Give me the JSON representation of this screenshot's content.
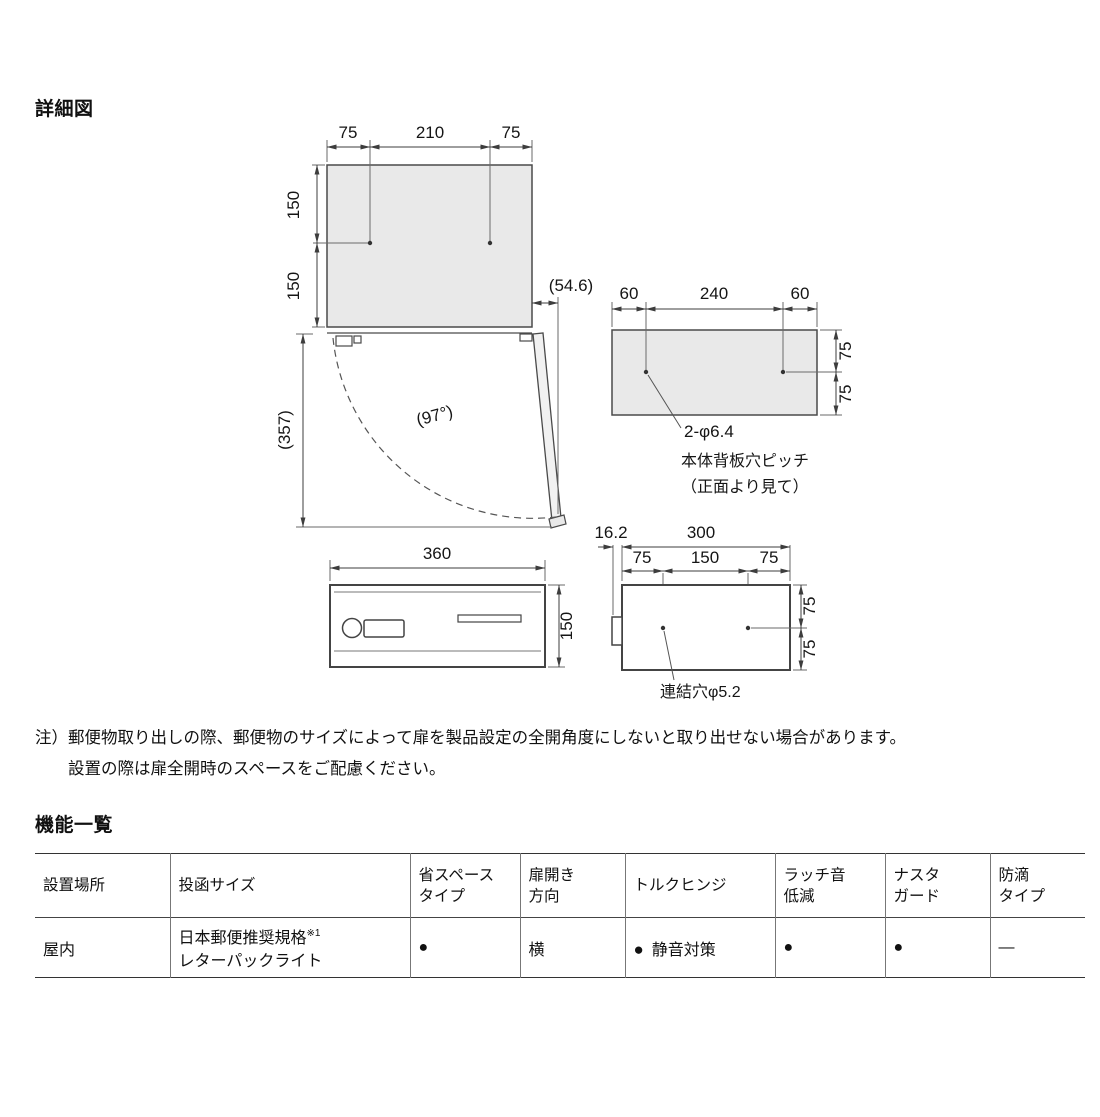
{
  "page": {
    "detail_title": "詳細図",
    "features_title": "機能一覧",
    "note_line1": "注）郵便物取り出しの際、郵便物のサイズによって扉を製品設定の全開角度にしないと取り出せない場合があります。",
    "note_line2": "設置の際は扉全開時のスペースをご配慮ください。"
  },
  "diagram": {
    "front": {
      "top_left": "75",
      "top_center": "210",
      "top_right": "75",
      "left_upper": "150",
      "left_lower": "150",
      "door_offset": "(54.6)",
      "door_reach": "(357)",
      "door_angle": "(97°)"
    },
    "back": {
      "top_left": "60",
      "top_center": "240",
      "top_right": "60",
      "right_upper": "75",
      "right_lower": "75",
      "hole_spec": "2-φ6.4",
      "caption_line1": "本体背板穴ピッチ",
      "caption_line2": "（正面より見て）"
    },
    "bottom": {
      "width": "360",
      "depth": "150"
    },
    "side": {
      "latch_offset": "16.2",
      "total_width": "300",
      "pitch_left": "75",
      "pitch_center": "150",
      "pitch_right": "75",
      "right_upper": "75",
      "right_lower": "75",
      "hole_spec": "連結穴φ5.2"
    }
  },
  "features": {
    "headers": [
      {
        "line1": "設置場所"
      },
      {
        "line1": "投函サイズ"
      },
      {
        "line1": "省スペース",
        "line2": "タイプ"
      },
      {
        "line1": "扉開き",
        "line2": "方向"
      },
      {
        "line1": "トルクヒンジ"
      },
      {
        "line1": "ラッチ音",
        "line2": "低減"
      },
      {
        "line1": "ナスタ",
        "line2": "ガード"
      },
      {
        "line1": "防滴",
        "line2": "タイプ"
      }
    ],
    "row": {
      "location": "屋内",
      "mail_size_line1": "日本郵便推奨規格",
      "mail_size_ref": "※1",
      "mail_size_line2": "レターパックライト",
      "space_saving": "●",
      "door_direction": "横",
      "torque_hinge_dot": "●",
      "torque_hinge_note": "静音対策",
      "latch_noise": "●",
      "nasta_guard": "●",
      "drip_proof": "―"
    }
  }
}
